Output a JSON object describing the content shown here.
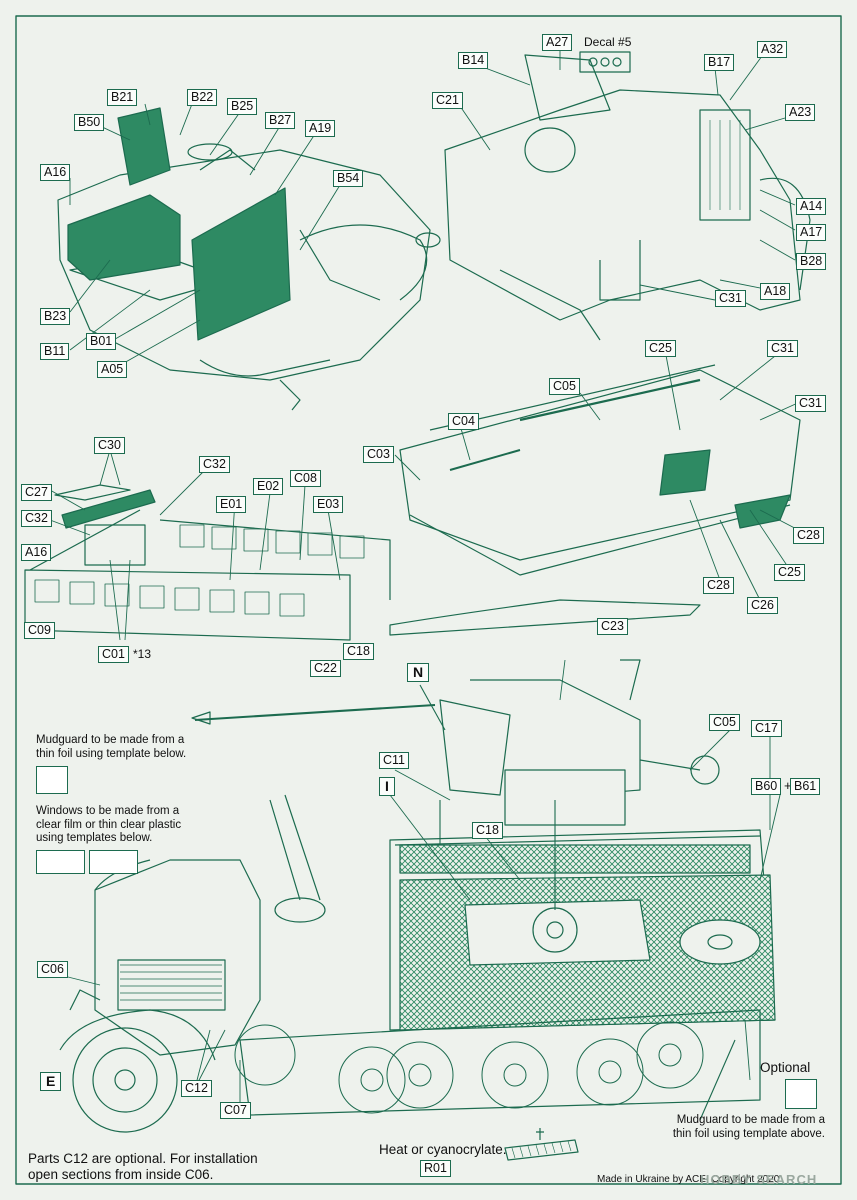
{
  "labels": {
    "fig1": [
      "B21",
      "B22",
      "B25",
      "B50",
      "B27",
      "A19",
      "A16",
      "B54",
      "B23",
      "B11",
      "B01",
      "A05"
    ],
    "fig2": [
      "A27",
      "B14",
      "B17",
      "A32",
      "C21",
      "A23",
      "A14",
      "A17",
      "B28",
      "A18",
      "C31"
    ],
    "fig3": [
      "C30",
      "C32",
      "C27",
      "C32",
      "C08",
      "E01",
      "E02",
      "E03",
      "A16",
      "C09",
      "C22",
      "C18"
    ],
    "fig4": [
      "C25",
      "C31",
      "C05",
      "C31",
      "C04",
      "C03",
      "C28",
      "C28",
      "C26",
      "C25",
      "C23"
    ],
    "fig5": [
      "N",
      "C05",
      "C17",
      "C11",
      "I",
      "B60",
      "B61",
      "C18",
      "C06",
      "E",
      "C12",
      "C07",
      "R01"
    ]
  },
  "decal": "Decal #5",
  "c01_label": "C01",
  "c01_suffix": "*13",
  "plus": "+",
  "notes": {
    "mudguard_top": "Mudguard to be made from a thin foil using template below.",
    "windows": "Windows to be made from a clear film or thin clear plastic using templates below.",
    "optional": "Optional",
    "mudguard_bottom": "Mudguard to be made from a thin foil using template above.",
    "parts_c12": "Parts C12 are optional. For installation open sections from inside C06.",
    "glue": "Heat or cyanocrylate.",
    "footer": "Made in Ukraine by ACE. Copyright 2020"
  },
  "watermark": "HOBBY SEARCH",
  "colors": {
    "line": "#1c6b4f",
    "fill": "#2e8a63",
    "paper": "#eef2ed"
  }
}
